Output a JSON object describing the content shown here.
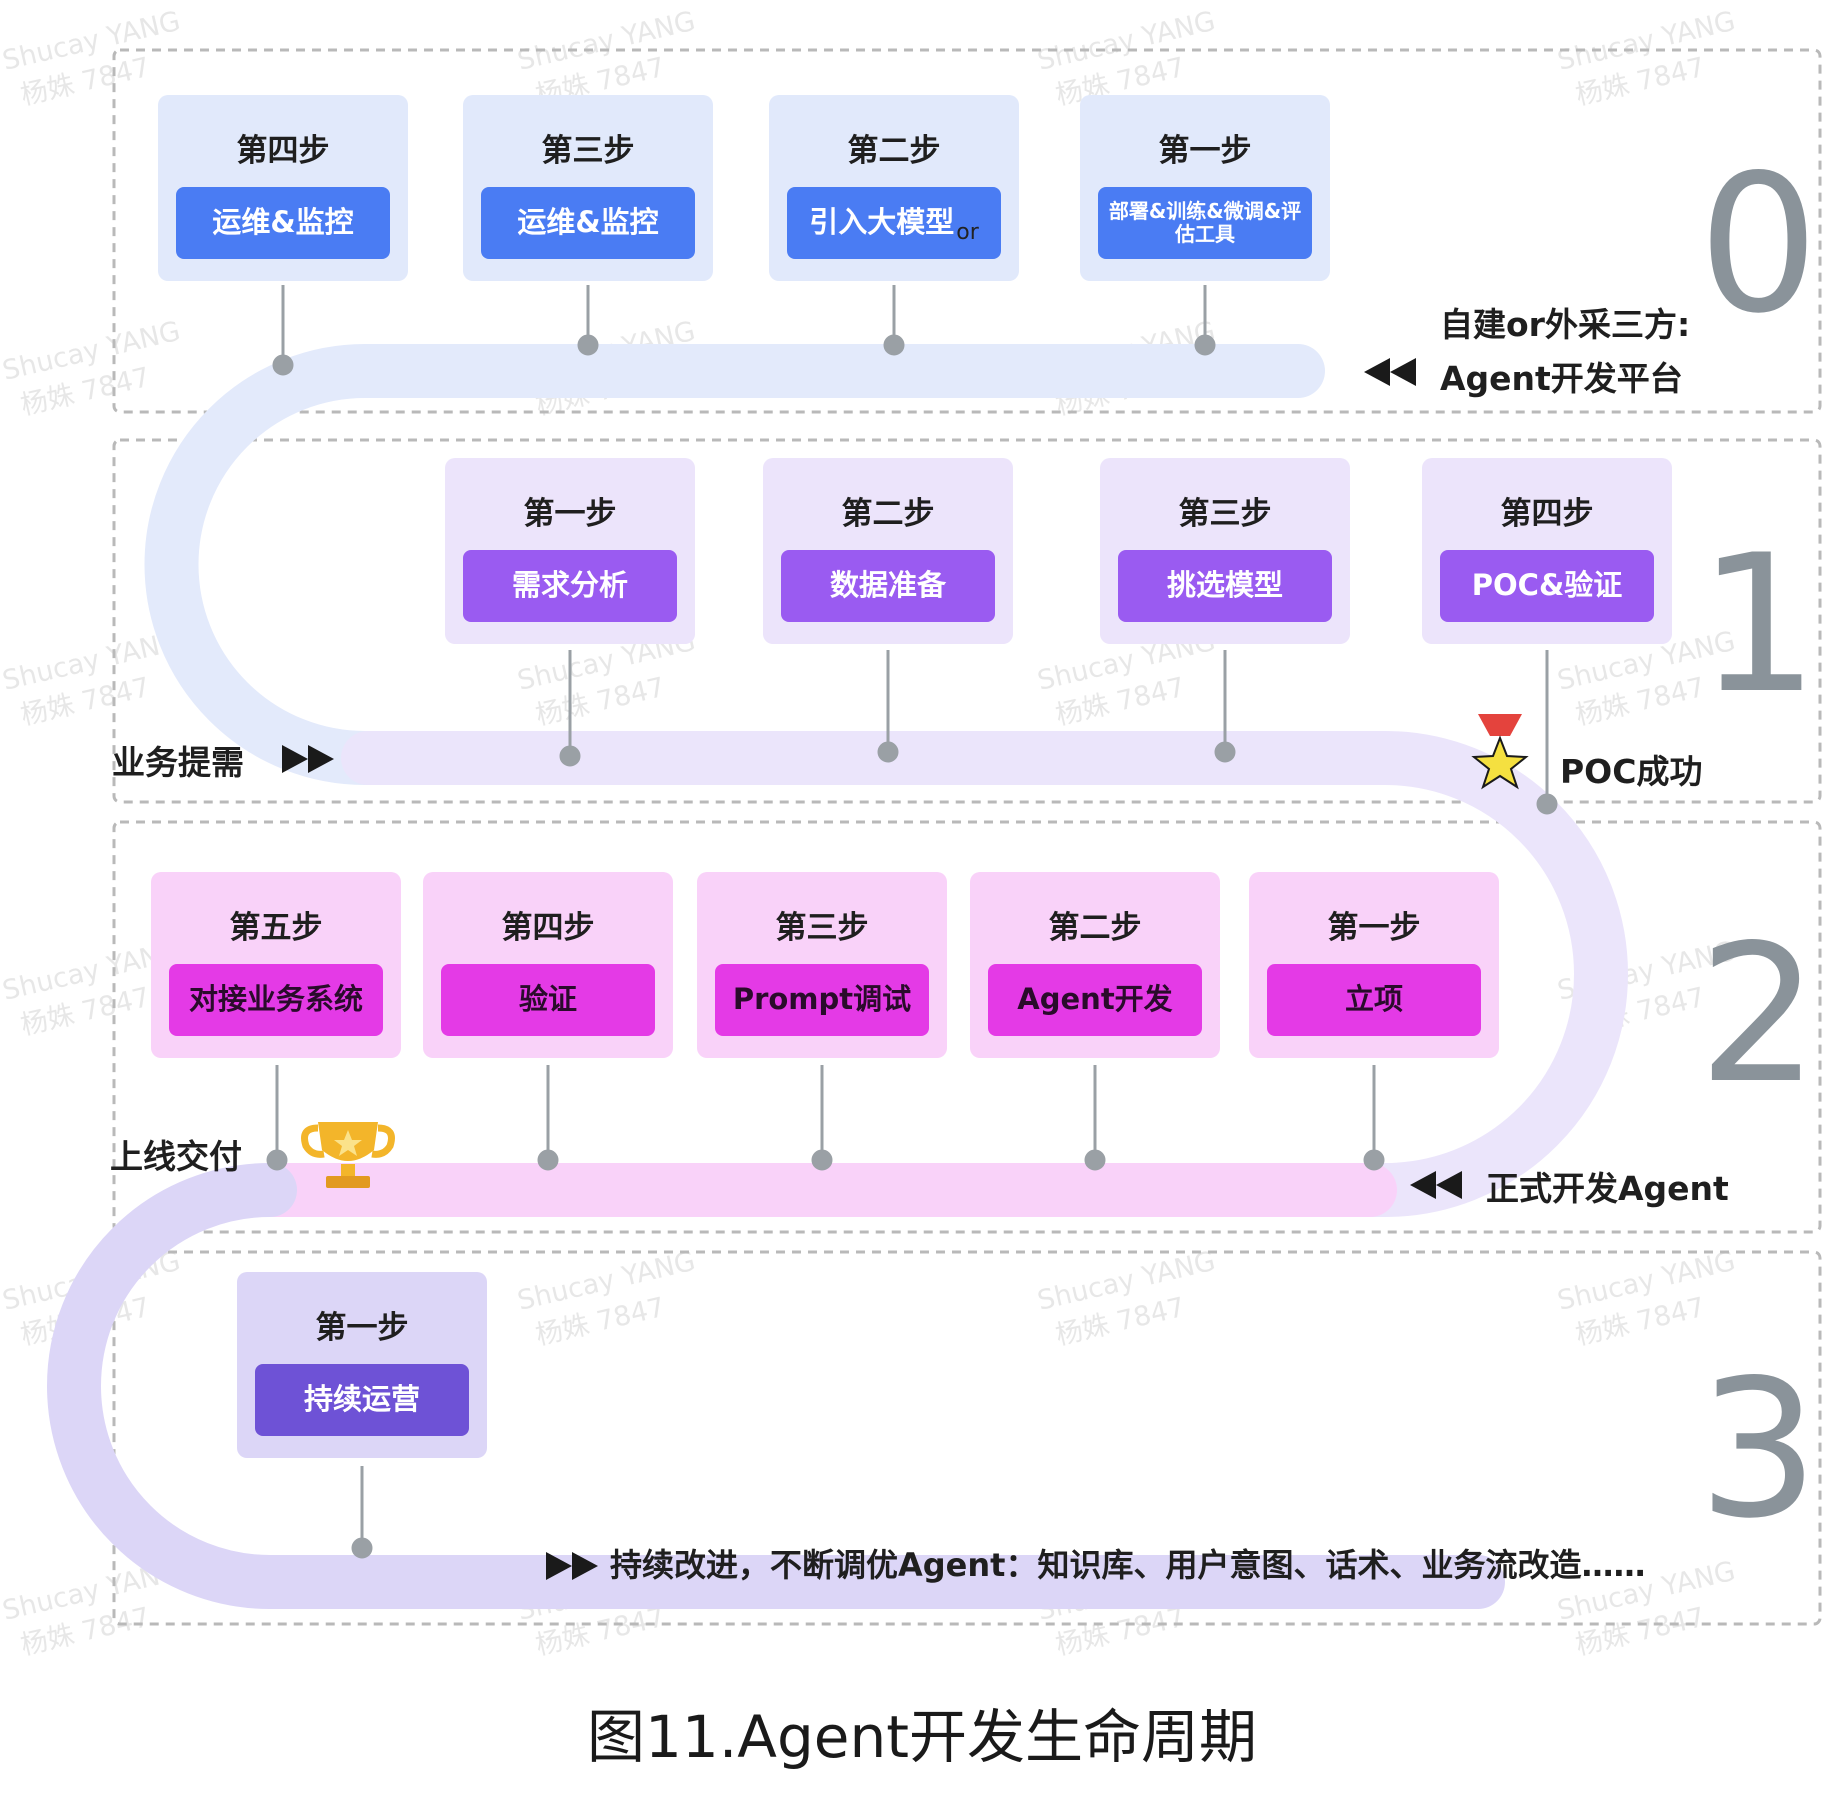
{
  "stages": [
    {
      "number": "0",
      "label_lines": [
        "自建or外采三方:",
        "Agent开发平台"
      ],
      "steps": [
        {
          "title": "第四步",
          "action": "运维&监控"
        },
        {
          "title": "第三步",
          "action": "运维&监控"
        },
        {
          "title": "第二步",
          "action": "引入大模型",
          "extra": "or"
        },
        {
          "title": "第一步",
          "action": "部署&训练&微调&评估工具"
        }
      ]
    },
    {
      "number": "1",
      "label": "业务提需",
      "milestone": "POC成功",
      "steps": [
        {
          "title": "第一步",
          "action": "需求分析"
        },
        {
          "title": "第二步",
          "action": "数据准备"
        },
        {
          "title": "第三步",
          "action": "挑选模型"
        },
        {
          "title": "第四步",
          "action": "POC&验证"
        }
      ]
    },
    {
      "number": "2",
      "label": "正式开发Agent",
      "milestone": "上线交付",
      "steps": [
        {
          "title": "第五步",
          "action": "对接业务系统"
        },
        {
          "title": "第四步",
          "action": "验证"
        },
        {
          "title": "第三步",
          "action": "Prompt调试"
        },
        {
          "title": "第二步",
          "action": "Agent开发"
        },
        {
          "title": "第一步",
          "action": "立项"
        }
      ]
    },
    {
      "number": "3",
      "label": "持续改进，不断调优Agent：知识库、用户意图、话术、业务流改造……",
      "steps": [
        {
          "title": "第一步",
          "action": "持续运营"
        }
      ]
    }
  ],
  "caption": "图11.Agent开发生命周期",
  "watermark": [
    "Shucay YANG",
    "杨姝 7847"
  ],
  "colors": {
    "stage0": "#4a7cf3",
    "stage1": "#9a5bf1",
    "stage2": "#e43ae6",
    "stage3": "#6e52d6",
    "track0": "#e3eafb",
    "track1": "#ebe5fb",
    "track2": "#f9d2f9",
    "track3": "#dcd6f7"
  },
  "icons": [
    "rewind-icon",
    "fast-forward-icon",
    "medal-icon",
    "trophy-icon"
  ]
}
